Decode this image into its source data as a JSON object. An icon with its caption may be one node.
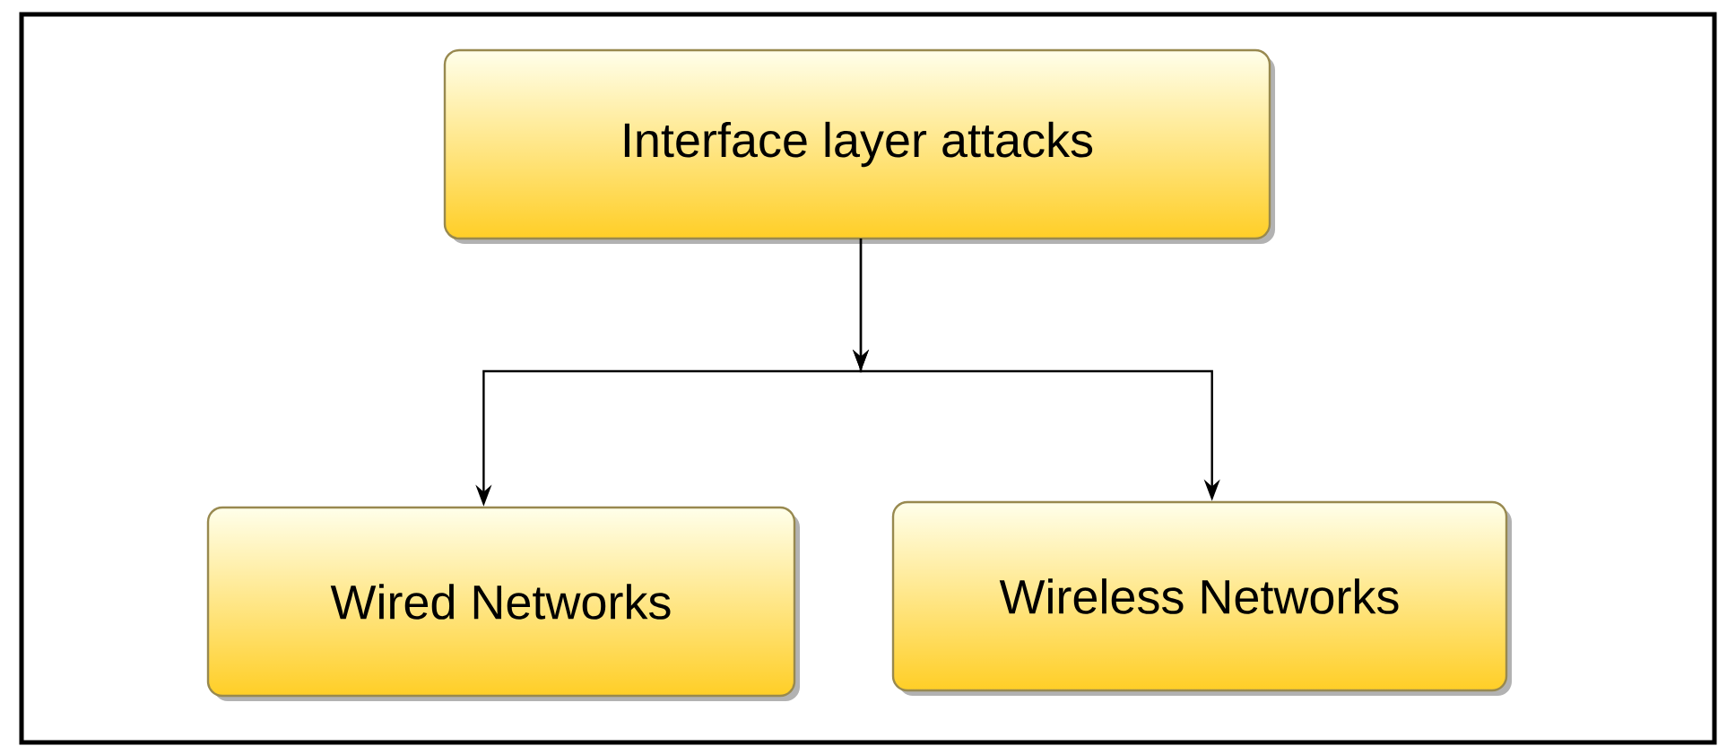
{
  "diagram": {
    "nodes": [
      {
        "text": [
          "Interface layer attacks"
        ]
      },
      {
        "text": [
          "Wired Networks"
        ]
      },
      {
        "text": [
          "Wireless Networks"
        ]
      }
    ],
    "edges": [
      {
        "from": 0,
        "to": 1,
        "arrow": "to"
      },
      {
        "from": 0,
        "to": 2,
        "arrow": "to"
      }
    ]
  }
}
